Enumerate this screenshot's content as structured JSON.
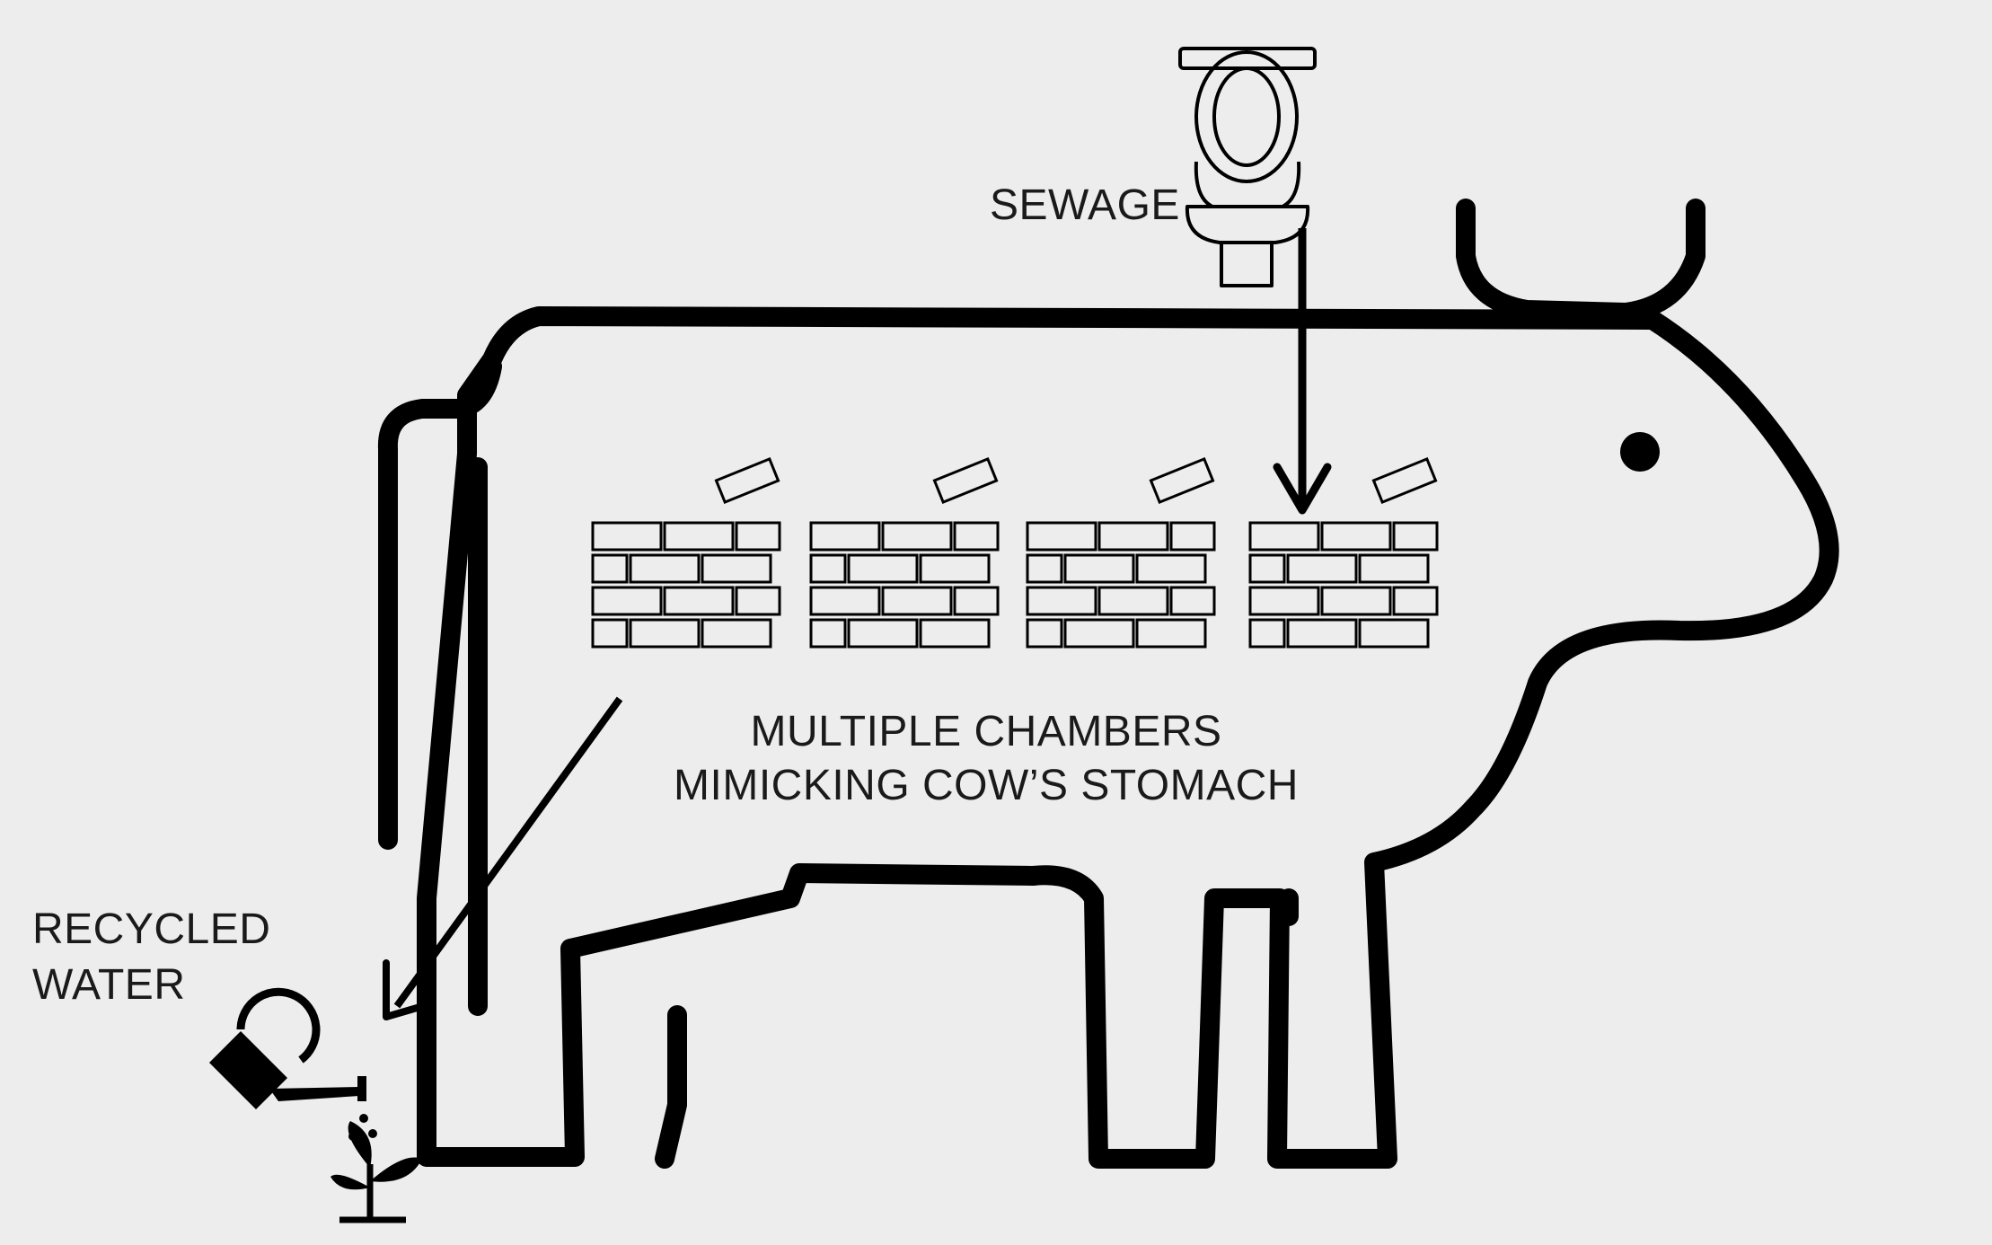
{
  "labels": {
    "sewage": "SEWAGE",
    "chambers_line1": "MULTIPLE CHAMBERS",
    "chambers_line2": "MIMICKING COW’S STOMACH",
    "recycled_line1": "RECYCLED",
    "recycled_line2": "WATER"
  },
  "icons": {
    "toilet": "toilet-icon",
    "cow": "cow-outline-icon",
    "chamber": "brick-wall-icon",
    "watering_can": "watering-can-icon",
    "plant": "sprout-icon"
  },
  "colors": {
    "background": "#ededed",
    "line": "#000000",
    "text": "#1a1a1a"
  },
  "chambers": [
    {
      "name": "chamber-1"
    },
    {
      "name": "chamber-2"
    },
    {
      "name": "chamber-3"
    },
    {
      "name": "chamber-4"
    }
  ]
}
